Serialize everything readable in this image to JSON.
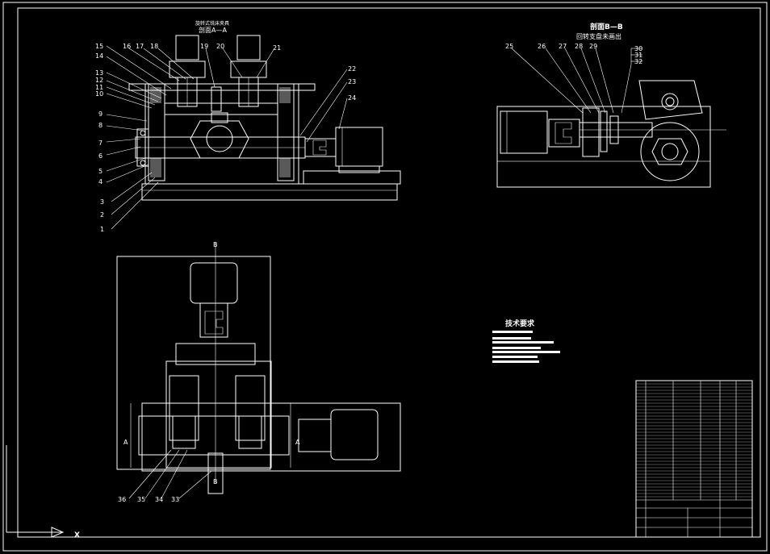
{
  "views": {
    "front_section": {
      "title_line1": "旋转式铣床夹具",
      "title_line2": "剖面A—A"
    },
    "section_bb": {
      "title_line1": "剖面B—B",
      "title_line2": "回转支盘未画出"
    },
    "plan_view": {
      "marker_top": "B",
      "marker_bottom": "B",
      "marker_left_a": "A",
      "marker_right_a": "A"
    }
  },
  "technical_requirements": {
    "heading": "技术要求"
  },
  "part_numbers_front": [
    "1",
    "2",
    "3",
    "4",
    "5",
    "6",
    "7",
    "8",
    "9",
    "10",
    "11",
    "12",
    "13",
    "14",
    "15",
    "16",
    "17",
    "18",
    "19",
    "20",
    "21",
    "22",
    "23",
    "24"
  ],
  "part_numbers_section": [
    "25",
    "26",
    "27",
    "28",
    "29",
    "30",
    "31",
    "32"
  ],
  "part_numbers_plan": [
    "33",
    "34",
    "35",
    "36"
  ],
  "ucs": {
    "axis_x": "X"
  }
}
